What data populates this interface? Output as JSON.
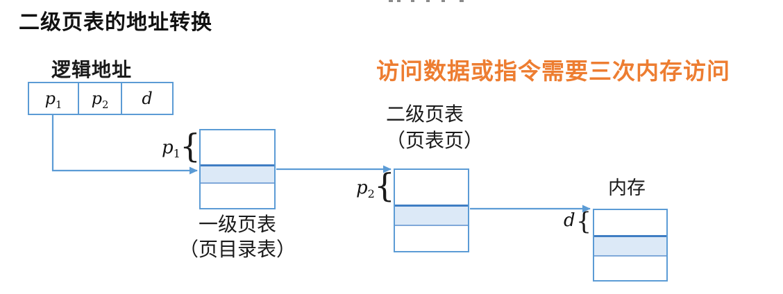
{
  "title": "二级页表的地址转换",
  "note": "访问数据或指令需要三次内存访问",
  "brace_glyph": "{",
  "colors": {
    "accent_blue": "#5B9BD5",
    "table_border_light": "#7FA8D9",
    "highlight_top_border": "#3F7DC3",
    "highlight_fill": "#DCE9F7",
    "note_orange": "#ED7D31",
    "text_black": "#1A1A1A"
  },
  "logical_address": {
    "label": "逻辑地址",
    "fields": [
      {
        "base": "p",
        "sub": "1"
      },
      {
        "base": "p",
        "sub": "2"
      },
      {
        "base": "d",
        "sub": ""
      }
    ]
  },
  "level1_table": {
    "index": {
      "base": "p",
      "sub": "1"
    },
    "caption_line1": "一级页表",
    "caption_line2": "（页目录表）"
  },
  "level2_table": {
    "index": {
      "base": "p",
      "sub": "2"
    },
    "caption_line1": "二级页表",
    "caption_line2": "（页表页）"
  },
  "memory_table": {
    "index": {
      "base": "d",
      "sub": ""
    },
    "caption": "内存"
  }
}
